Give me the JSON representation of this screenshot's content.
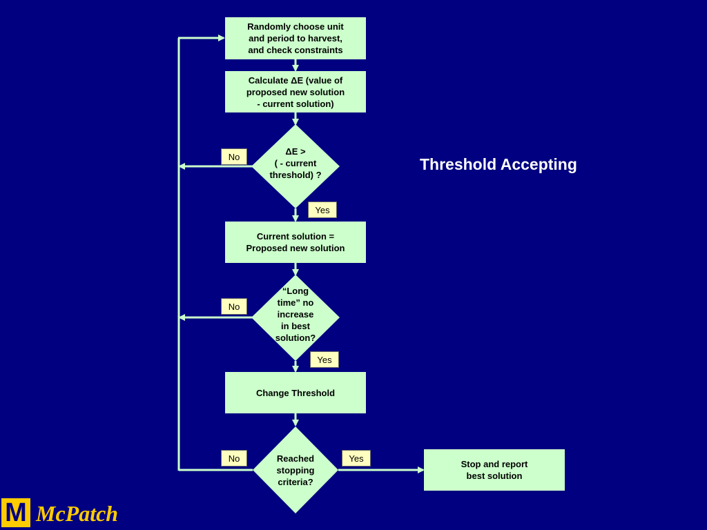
{
  "title": "Threshold Accepting",
  "logo": {
    "mark": "M",
    "text": "McPatch",
    "color": "#ffcc00"
  },
  "colors": {
    "background": "#000080",
    "box": "#ccffcc",
    "tag": "#ffffc0",
    "line": "#ccffcc"
  },
  "steps": {
    "choose": "Randomly choose unit\nand period to harvest,\nand check constraints",
    "calculate": "Calculate ΔE (value of\nproposed new solution\n- current solution)",
    "update": "Current solution =\nProposed new solution",
    "change": "Change Threshold",
    "stop": "Stop and report\nbest solution"
  },
  "decisions": {
    "delta": "ΔE >\n( - current\nthreshold) ?",
    "longtime": "“Long\ntime” no\nincrease\nin best\nsolution?",
    "stopping": "Reached\nstopping\ncriteria?"
  },
  "tags": {
    "no": "No",
    "yes": "Yes"
  }
}
